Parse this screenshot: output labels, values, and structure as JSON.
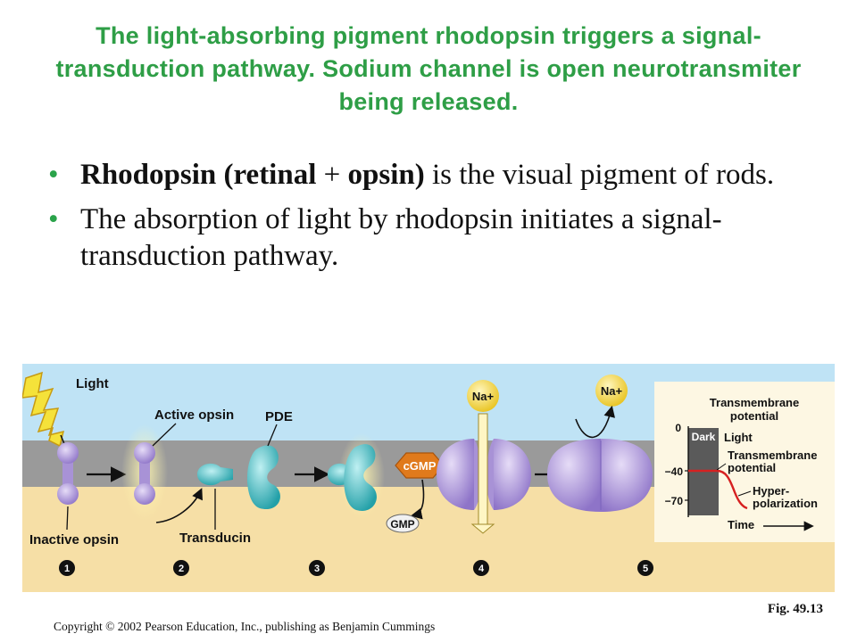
{
  "title": "The light-absorbing pigment rhodopsin triggers a signal-transduction pathway.  Sodium channel is open neurotransmiter being released.",
  "bullets": {
    "b1": {
      "strong1": "Rhodopsin (retinal",
      "plus": " + ",
      "strong2": "opsin)",
      "rest": " is the visual pigment of rods."
    },
    "b2": {
      "text": "The absorption of light by rhodopsin initiates a signal-transduction pathway."
    }
  },
  "diagram": {
    "light": "Light",
    "active_opsin": "Active opsin",
    "pde": "PDE",
    "inactive_opsin": "Inactive opsin",
    "transducin": "Transducin",
    "cgmp": "cGMP",
    "gmp": "GMP",
    "na1": "Na+",
    "na2": "Na+",
    "steps": [
      "1",
      "2",
      "3",
      "4",
      "5"
    ],
    "graph": {
      "title_line1": "Transmembrane",
      "title_line2": "potential",
      "dark": "Dark",
      "light": "Light",
      "tick_0": "0",
      "tick_40": "−40",
      "tick_70": "−70",
      "curve_label_1": "Transmembrane",
      "curve_label_2": "potential",
      "hyper_1": "Hyper-",
      "hyper_2": "polarization",
      "time": "Time"
    },
    "colors": {
      "top_bg": "#bfe3f5",
      "membrane": "#9a9a9a",
      "bottom_bg": "#f6dfa6",
      "opsin": "#b8a3e0",
      "teal": "#3bbac0",
      "cgmp": "#e07a1c",
      "na_ball": "#f3d33e"
    }
  },
  "fig_label": "Fig. 49.13",
  "copyright": "Copyright © 2002 Pearson Education, Inc., publishing as Benjamin Cummings"
}
